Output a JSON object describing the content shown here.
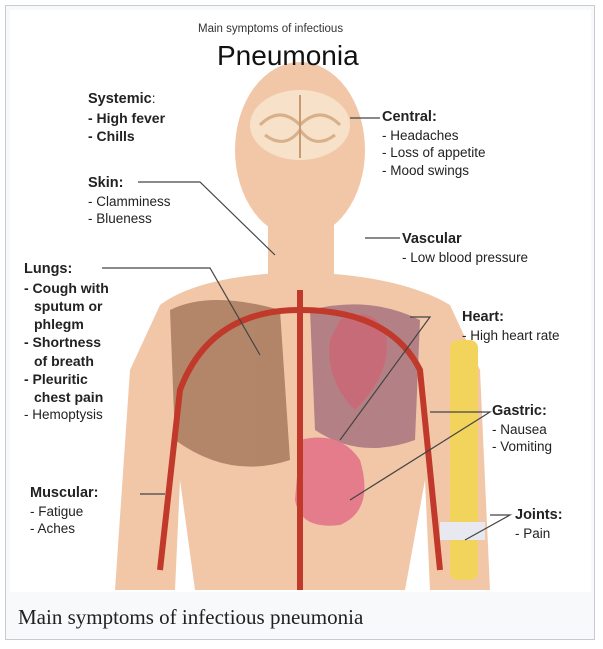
{
  "figure": {
    "subtitle": "Main symptoms of infectious",
    "title": "Pneumonia",
    "groups": {
      "systemic": {
        "heading": "Systemic",
        "colon": ":",
        "items": [
          "- High fever",
          "- Chills"
        ]
      },
      "central": {
        "heading": "Central:",
        "items": [
          "- Headaches",
          "- Loss of appetite",
          "- Mood swings"
        ]
      },
      "skin": {
        "heading": "Skin:",
        "items": [
          "- Clamminess",
          "- Blueness"
        ]
      },
      "vascular": {
        "heading": "Vascular",
        "items": [
          "- Low blood pressure"
        ]
      },
      "lungs": {
        "heading": "Lungs:",
        "items": [
          "- Cough with",
          "sputum or",
          "phlegm",
          "- Shortness",
          "of breath",
          "- Pleuritic",
          "chest pain",
          "- Hemoptysis"
        ]
      },
      "heart": {
        "heading": "Heart:",
        "items": [
          "- High heart rate"
        ]
      },
      "gastric": {
        "heading": "Gastric:",
        "items": [
          "- Nausea",
          "- Vomiting"
        ]
      },
      "muscular": {
        "heading": "Muscular:",
        "items": [
          "- Fatigue",
          "- Aches"
        ]
      },
      "joints": {
        "heading": "Joints:",
        "items": [
          "- Pain"
        ]
      }
    }
  },
  "caption": "Main symptoms of infectious pneumonia",
  "colors": {
    "skin": "#f1c7a8",
    "artery": "#c0392b",
    "lung": "#a97a5e",
    "stomach": "#e57c8c",
    "bone": "#f2d45c",
    "brain": "#f7e1c9"
  }
}
